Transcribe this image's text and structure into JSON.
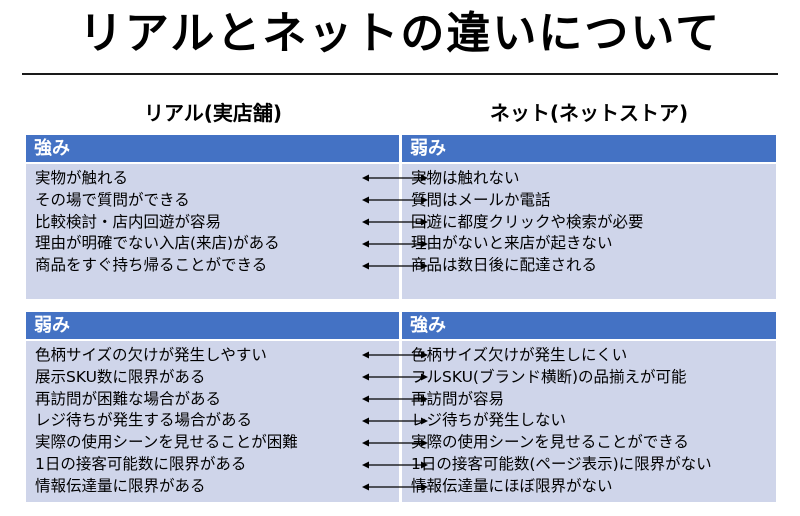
{
  "title": "リアルとネットの違いについて",
  "columns": {
    "left": "リアル(実店舗)",
    "right": "ネット(ネットストア)"
  },
  "sections": [
    {
      "left_header": "強み",
      "right_header": "弱み",
      "left_items": [
        "実物が触れる",
        "その場で質問ができる",
        "比較検討・店内回遊が容易",
        "理由が明確でない入店(来店)がある",
        "商品をすぐ持ち帰ることができる"
      ],
      "right_items": [
        "実物は触れない",
        "質問はメールか電話",
        "回遊に都度クリックや検索が必要",
        "理由がないと来店が起きない",
        "商品は数日後に配達される"
      ]
    },
    {
      "left_header": "弱み",
      "right_header": "強み",
      "left_items": [
        "色柄サイズの欠けが発生しやすい",
        "展示SKU数に限界がある",
        "再訪問が困難な場合がある",
        "レジ待ちが発生する場合がある",
        "実際の使用シーンを見せることが困難",
        "1日の接客可能数に限界がある",
        "情報伝達量に限界がある"
      ],
      "right_items": [
        "色柄サイズ欠けが発生しにくい",
        "フルSKU(ブランド横断)の品揃えが可能",
        "再訪問が容易",
        "レジ待ちが発生しない",
        "実際の使用シーンを見せることができる",
        "1日の接客可能数(ページ表示)に限界がない",
        "情報伝達量にほぼ限界がない"
      ]
    }
  ],
  "colors": {
    "header": "#4472c4",
    "body": "#cfd5ea"
  }
}
